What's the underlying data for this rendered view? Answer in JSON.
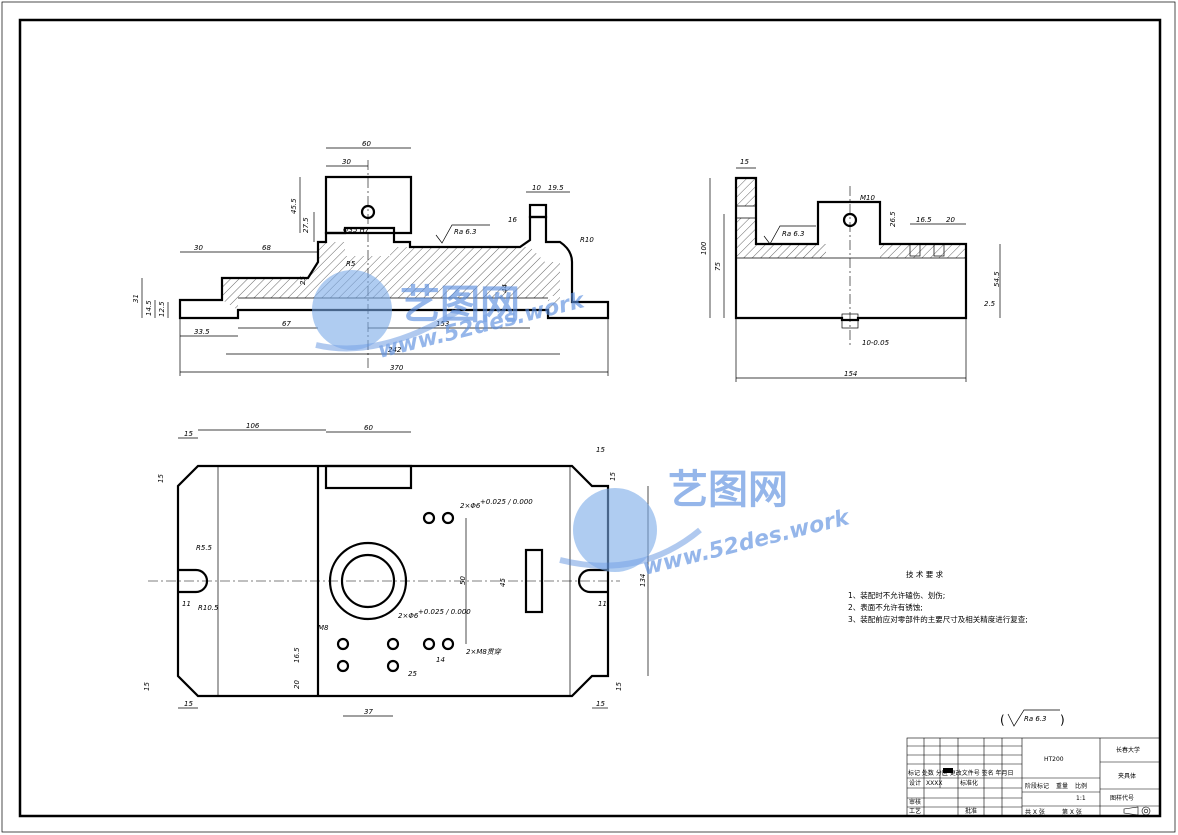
{
  "watermark": {
    "brand": "艺图网",
    "url": "www.52des.work"
  },
  "roughness": "Ra 6.3",
  "front_view": {
    "dims": [
      "60",
      "30",
      "45.5",
      "27.5",
      "10",
      "19.5",
      "16",
      "Ra 6.3",
      "R10",
      "30",
      "68",
      "31",
      "14.5",
      "12.5",
      "R5",
      "Φ35 H7",
      "44",
      "25",
      "33.5",
      "67",
      "153",
      "242",
      "370"
    ]
  },
  "side_view": {
    "dims": [
      "15",
      "100",
      "75",
      "M10",
      "26.5",
      "16.5",
      "20",
      "Ra 6.3",
      "54.5",
      "2.5",
      "10-0.05",
      "154"
    ]
  },
  "top_view": {
    "dims": [
      "15",
      "106",
      "60",
      "15",
      "15",
      "15",
      "R5.5",
      "11",
      "R10.5",
      "2×Φ6",
      "2×Φ6",
      "2×M8",
      "M8",
      "16.5",
      "20",
      "37",
      "25",
      "14",
      "50",
      "45",
      "134",
      "11",
      "15",
      "15",
      "15",
      "15"
    ],
    "hole_labels": {
      "top_pair": "2×Φ6",
      "top_tol": "+0.025 / 0.000",
      "mid_pair": "2×Φ6",
      "mid_tol": "+0.025 / 0.000",
      "thread": "2×M8贯穿"
    }
  },
  "tech_requirements": {
    "title": "技 术 要 求",
    "items": [
      "1、装配时不允许磕伤、划伤;",
      "2、表面不允许有锈蚀;",
      "3、装配前应对零部件的主要尺寸及相关精度进行复查;"
    ]
  },
  "general_roughness": "Ra 6.3",
  "title_block": {
    "material": "HT200",
    "school": "长春大学",
    "part_name": "夹具体",
    "drawing_no": "图样代号",
    "scale_label": "比例",
    "scale": "1:1",
    "weight_label": "重量",
    "stage_label": "阶段标记",
    "designer_label": "设计",
    "designer": "XXXX",
    "standard_label": "标准化",
    "review_label": "审核",
    "process_label": "工艺",
    "approve_label": "批准",
    "sheets": "共 X 张",
    "sheet": "第 X 张",
    "mark_row": "标记 处数 分区 更改文件号 签名 年月日"
  }
}
